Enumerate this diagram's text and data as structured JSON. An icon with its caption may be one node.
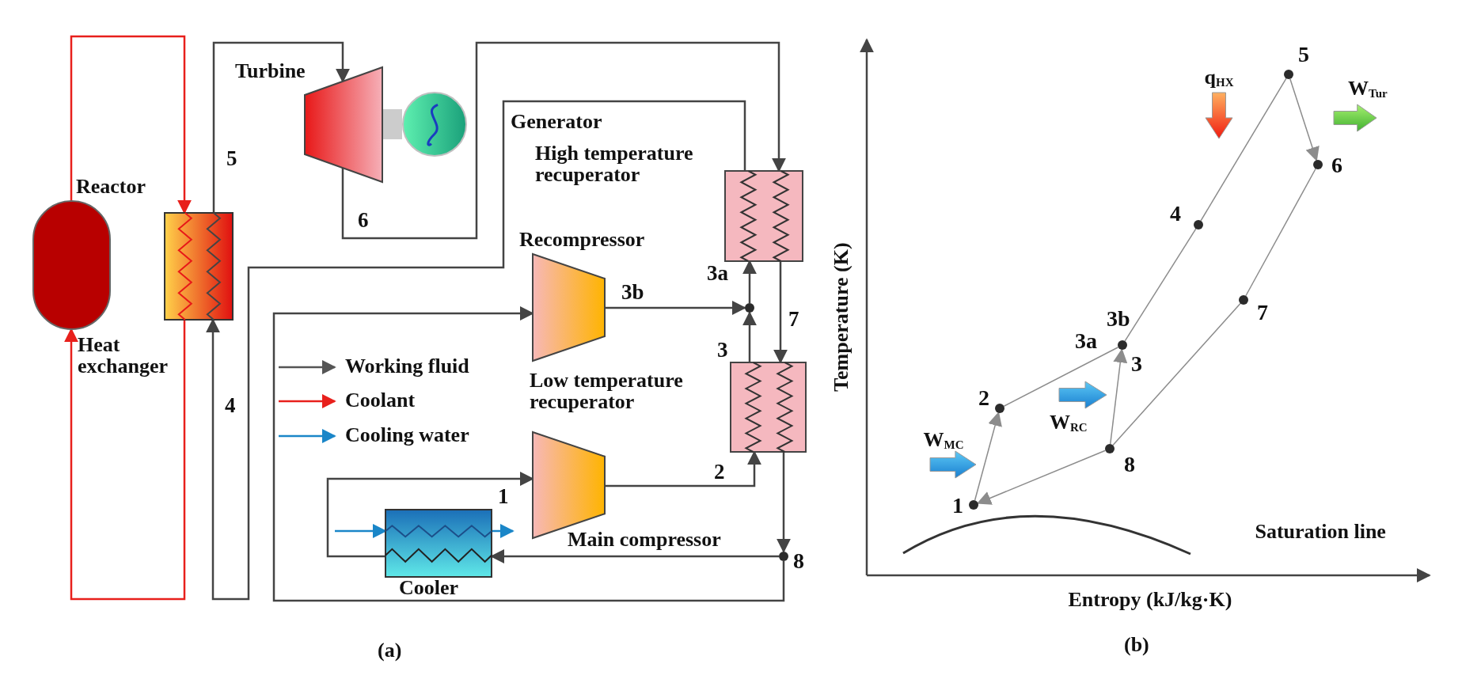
{
  "diagram": {
    "nodes": [
      {
        "text": [
          "Reactor"
        ]
      },
      {
        "text": [
          "Heat exchanger"
        ]
      },
      {
        "text": [
          "Turbine"
        ]
      },
      {
        "text": [
          "Generator"
        ]
      },
      {
        "text": [
          "High temperature recuperator"
        ]
      },
      {
        "text": [
          "Recompressor"
        ]
      },
      {
        "text": [],
        "shape": "circle"
      },
      {
        "text": [
          "Low temperature recuperator"
        ]
      },
      {
        "text": [
          "Main compressor"
        ]
      },
      {
        "text": [
          "Cooler"
        ]
      },
      {
        "text": [],
        "shape": "circle",
        "beside": [
          "8"
        ]
      },
      {
        "text": [],
        "shape": "circle",
        "beside": [
          "1"
        ]
      },
      {
        "text": [],
        "shape": "circle",
        "beside": [
          "2"
        ]
      },
      {
        "text": [],
        "shape": "circle",
        "beside": [
          "3b",
          "3a",
          "3"
        ]
      },
      {
        "text": [],
        "shape": "circle",
        "beside": [
          "4"
        ]
      },
      {
        "text": [],
        "shape": "circle",
        "beside": [
          "5"
        ]
      },
      {
        "text": [],
        "shape": "circle",
        "beside": [
          "6"
        ]
      },
      {
        "text": [],
        "shape": "circle",
        "beside": [
          "7"
        ]
      },
      {
        "text": [],
        "shape": "circle",
        "beside": [
          "8"
        ]
      }
    ],
    "edges": [
      {
        "from": 0,
        "to": 1,
        "arrow": "to",
        "color": "#e8201c"
      },
      {
        "from": 1,
        "to": 0,
        "arrow": "to",
        "color": "#e8201c"
      },
      {
        "from": 1,
        "to": 2,
        "arrow": "to",
        "label": "5"
      },
      {
        "from": 2,
        "to": 3,
        "arrow": "none",
        "style": "thick",
        "color": "#cccccc"
      },
      {
        "from": 2,
        "to": 4,
        "arrow": "to",
        "label": "6"
      },
      {
        "from": 4,
        "to": 7,
        "arrow": "to",
        "label": "7"
      },
      {
        "from": 7,
        "to": 10,
        "arrow": "to"
      },
      {
        "from": 10,
        "to": 9,
        "arrow": "to"
      },
      {
        "from": 10,
        "to": 5,
        "arrow": "to"
      },
      {
        "from": 9,
        "to": 8,
        "arrow": "to",
        "label": "1"
      },
      {
        "from": 8,
        "to": 7,
        "arrow": "to",
        "label": "2"
      },
      {
        "from": 7,
        "to": 6,
        "arrow": "to",
        "label": "3"
      },
      {
        "from": 5,
        "to": 6,
        "arrow": "to",
        "label": "3b"
      },
      {
        "from": 6,
        "to": 4,
        "arrow": "to",
        "label": "3a"
      },
      {
        "from": 4,
        "to": 1,
        "arrow": "to",
        "label": "4"
      },
      {
        "from": null,
        "to": 9,
        "arrow": "to",
        "color": "#1a86c8"
      },
      {
        "from": 9,
        "to": null,
        "arrow": "to",
        "color": "#1a86c8"
      },
      {
        "from": 11,
        "to": 12,
        "arrow": "to",
        "color": "#8c8c8c"
      },
      {
        "from": 12,
        "to": 13,
        "arrow": "none",
        "color": "#8c8c8c"
      },
      {
        "from": 18,
        "to": 13,
        "arrow": "to",
        "color": "#8c8c8c"
      },
      {
        "from": 13,
        "to": 14,
        "arrow": "none",
        "color": "#8c8c8c"
      },
      {
        "from": 14,
        "to": 15,
        "arrow": "none",
        "color": "#8c8c8c"
      },
      {
        "from": 15,
        "to": 16,
        "arrow": "to",
        "color": "#8c8c8c"
      },
      {
        "from": 16,
        "to": 17,
        "arrow": "none",
        "color": "#8c8c8c"
      },
      {
        "from": 17,
        "to": 18,
        "arrow": "none",
        "color": "#8c8c8c"
      },
      {
        "from": 18,
        "to": 11,
        "arrow": "to",
        "color": "#8c8c8c"
      }
    ],
    "labels": [
      "(a)",
      "Temperature (K)",
      "q$_{HX}$",
      "W$_{Tur}$",
      "W$_{RC}$",
      "W$_{MC}$",
      "Saturation line",
      "Entropy (kJ/kg·K)",
      "(b)"
    ],
    "legend": [
      {
        "text": "Working fluid"
      },
      {
        "text": "Coolant"
      },
      {
        "text": "Cooling water"
      }
    ]
  }
}
